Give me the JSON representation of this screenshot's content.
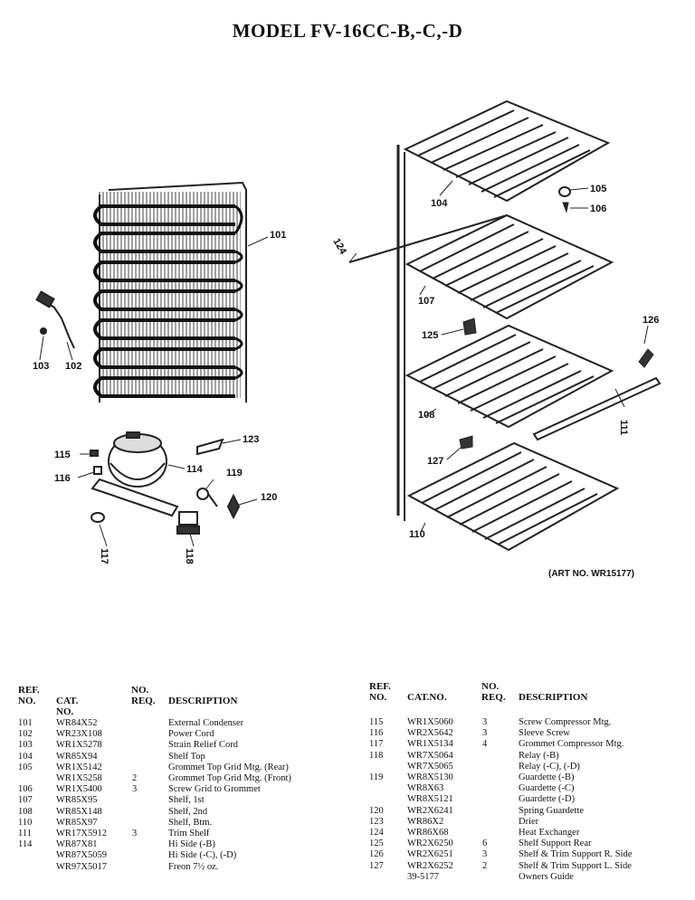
{
  "title": "MODEL FV-16CC-B,-C,-D",
  "art_no": "(ART NO. WR15177)",
  "callouts": [
    "101",
    "102",
    "103",
    "104",
    "105",
    "106",
    "107",
    "108",
    "110",
    "111",
    "114",
    "115",
    "116",
    "117",
    "118",
    "119",
    "120",
    "123",
    "124",
    "125",
    "126",
    "127"
  ],
  "table_headers": {
    "ref_1": "REF.",
    "ref_2": "NO.",
    "cat": "CAT. NO.",
    "cat_right": "CAT.NO.",
    "req_1": "NO.",
    "req_2": "REQ.",
    "desc": "DESCRIPTION"
  },
  "parts_left": [
    {
      "ref": "101",
      "cat": "WR84X52",
      "req": "",
      "desc": "External Condenser"
    },
    {
      "ref": "102",
      "cat": "WR23X108",
      "req": "",
      "desc": "Power Cord"
    },
    {
      "ref": "103",
      "cat": "WR1X5278",
      "req": "",
      "desc": "Strain Relief Cord"
    },
    {
      "ref": "104",
      "cat": "WR85X94",
      "req": "",
      "desc": "Shelf Top"
    },
    {
      "ref": "105",
      "cat": "WR1X5142",
      "req": "",
      "desc": "Grommet Top Grid Mtg. (Rear)"
    },
    {
      "ref": "",
      "cat": "WR1X5258",
      "req": "2",
      "desc": "Grommet Top Grid Mtg. (Front)"
    },
    {
      "ref": "106",
      "cat": "WR1X5400",
      "req": "3",
      "desc": "Screw Grid to Grommet"
    },
    {
      "ref": "107",
      "cat": "WR85X95",
      "req": "",
      "desc": "Shelf, 1st"
    },
    {
      "ref": "108",
      "cat": "WR85X148",
      "req": "",
      "desc": "Shelf, 2nd"
    },
    {
      "ref": "110",
      "cat": "WR85X97",
      "req": "",
      "desc": "Shelf, Btm."
    },
    {
      "ref": "111",
      "cat": "WR17X5912",
      "req": "3",
      "desc": "Trim Shelf"
    },
    {
      "ref": "114",
      "cat": "WR87X81",
      "req": "",
      "desc": "Hi Side (-B)"
    },
    {
      "ref": "",
      "cat": "WR87X5059",
      "req": "",
      "desc": "Hi Side (-C), (-D)"
    },
    {
      "ref": "",
      "cat": "WR97X5017",
      "req": "",
      "desc": "Freon 7½ oz."
    }
  ],
  "parts_right": [
    {
      "ref": "115",
      "cat": "WR1X5060",
      "req": "3",
      "desc": "Screw Compressor Mtg."
    },
    {
      "ref": "116",
      "cat": "WR2X5642",
      "req": "3",
      "desc": "Sleeve Screw"
    },
    {
      "ref": "117",
      "cat": "WR1X5134",
      "req": "4",
      "desc": "Grommet Compressor Mtg."
    },
    {
      "ref": "118",
      "cat": "WR7X5064",
      "req": "",
      "desc": "Relay (-B)"
    },
    {
      "ref": "",
      "cat": "WR7X5065",
      "req": "",
      "desc": "Relay (-C), (-D)"
    },
    {
      "ref": "119",
      "cat": "WR8X5130",
      "req": "",
      "desc": "Guardette (-B)"
    },
    {
      "ref": "",
      "cat": "WR8X63",
      "req": "",
      "desc": "Guardette (-C)"
    },
    {
      "ref": "",
      "cat": "WR8X5121",
      "req": "",
      "desc": "Guardette (-D)"
    },
    {
      "ref": "120",
      "cat": "WR2X6241",
      "req": "",
      "desc": "Spring Guardette"
    },
    {
      "ref": "123",
      "cat": "WR86X2",
      "req": "",
      "desc": "Drier"
    },
    {
      "ref": "124",
      "cat": "WR86X68",
      "req": "",
      "desc": "Heat Exchanger"
    },
    {
      "ref": "125",
      "cat": "WR2X6250",
      "req": "6",
      "desc": "Shelf Support Rear"
    },
    {
      "ref": "126",
      "cat": "WR2X6251",
      "req": "3",
      "desc": "Shelf & Trim Support R. Side"
    },
    {
      "ref": "127",
      "cat": "WR2X6252",
      "req": "2",
      "desc": "Shelf & Trim Support L. Side"
    },
    {
      "ref": "",
      "cat": "39-5177",
      "req": "",
      "desc": "Owners Guide"
    }
  ]
}
